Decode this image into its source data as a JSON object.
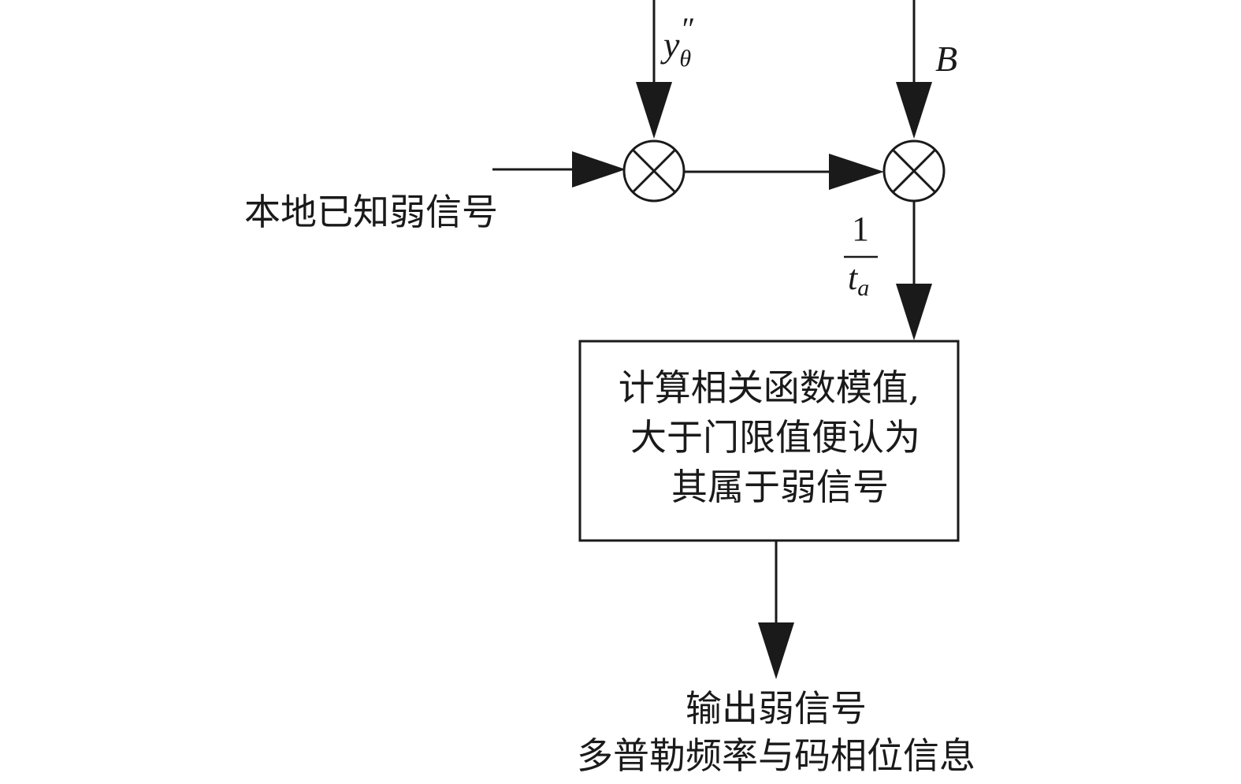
{
  "inputs": {
    "local_signal_label": "本地已知弱信号",
    "y_var": "y",
    "y_sub": "θ",
    "y_sup": "″",
    "b_label": "B"
  },
  "fraction": {
    "numerator": "1",
    "denominator_var": "t",
    "denominator_sub": "a"
  },
  "process_box": {
    "line1": "计算相关函数模值,",
    "line2": "大于门限值便认为",
    "line3": "其属于弱信号"
  },
  "output": {
    "line1": "输出弱信号",
    "line2": "多普勒频率与码相位信息"
  }
}
